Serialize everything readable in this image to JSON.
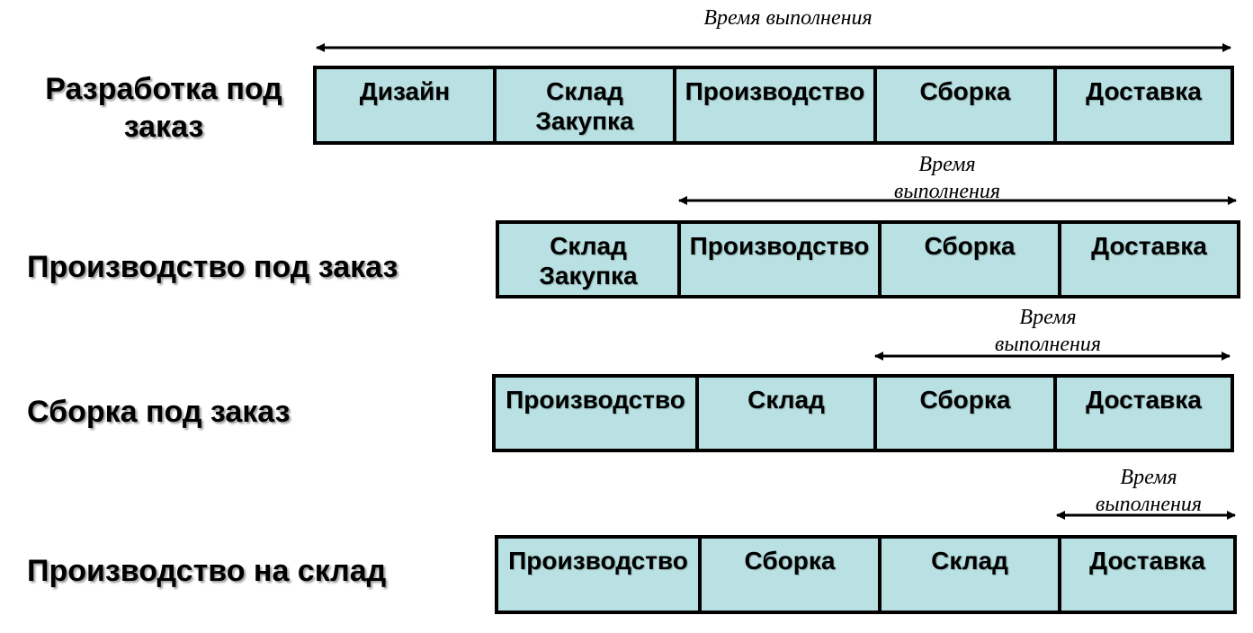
{
  "arrow_color": "#000000",
  "cell_fill": "#b9e0e2",
  "rows": [
    {
      "label": "Разработка под заказ",
      "caption": "Время выполнения",
      "cells": [
        "Дизайн",
        "Склад Закупка",
        "Производство",
        "Сборка",
        "Доставка"
      ]
    },
    {
      "label": "Производство под заказ",
      "caption": "Время выполнения",
      "cells": [
        "Склад Закупка",
        "Производство",
        "Сборка",
        "Доставка"
      ]
    },
    {
      "label": "Сборка под заказ",
      "caption": "Время выполнения",
      "cells": [
        "Производство",
        "Склад",
        "Сборка",
        "Доставка"
      ]
    },
    {
      "label": "Производство на склад",
      "caption": "Время выполнения",
      "cells": [
        "Производство",
        "Сборка",
        "Склад",
        "Доставка"
      ]
    }
  ]
}
